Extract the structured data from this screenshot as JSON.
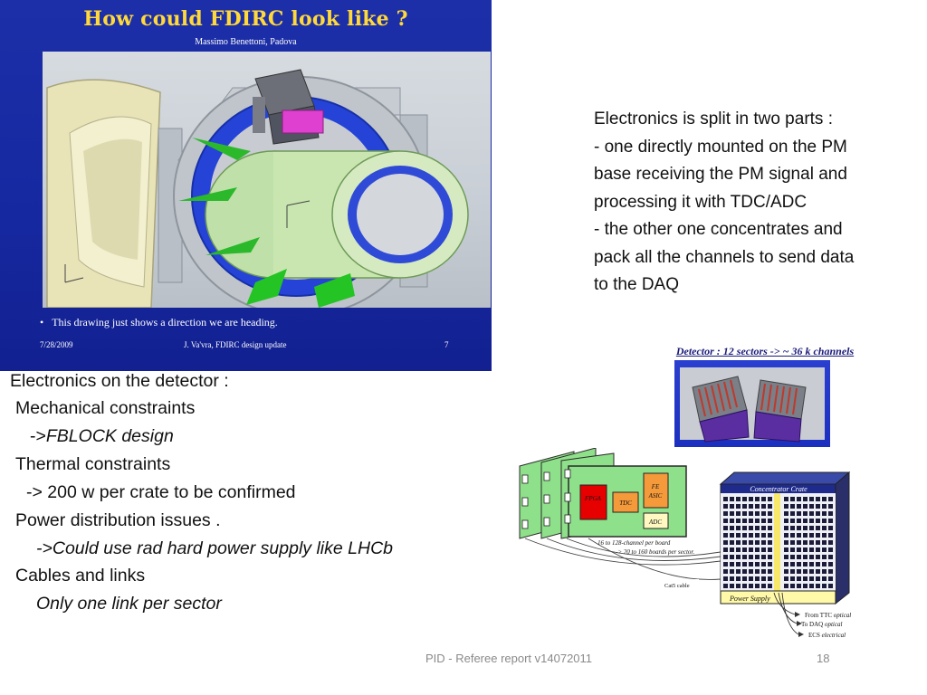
{
  "inner_slide": {
    "title": "How could FDIRC look like ?",
    "subtitle": "Massimo Benettoni, Padova",
    "bullet": "This drawing just shows a direction we are heading.",
    "date": "7/28/2009",
    "footer": "J. Va'vra, FDIRC design update",
    "page": "7"
  },
  "right_paragraph": [
    "Electronics is split in two parts :",
    "- one directly mounted on the PM",
    "base receiving the PM signal and",
    "processing it with TDC/ADC",
    "- the other one concentrates and",
    "pack all the channels to send data",
    "to the DAQ"
  ],
  "left_list": {
    "heading": "Electronics on the detector  :",
    "mechanical": "Mechanical constraints",
    "mechanical_sub_prefix": "->",
    "mechanical_sub": "FBLOCK design",
    "thermal": "Thermal constraints",
    "thermal_sub": "-> 200 w per crate to be confirmed",
    "power": "Power distribution issues .",
    "power_sub": "->Could use rad hard power supply like LHCb",
    "cables": "Cables and links",
    "cables_sub": "Only one link per sector"
  },
  "detector_image": {
    "caption": "Detector : 12 sectors ->  ~ 36 k channels"
  },
  "electronics_diagram": {
    "fpga": "FPGA",
    "tdc": "TDC",
    "fe_line1": "FE",
    "fe_line2": "ASIC",
    "adc": "ADC",
    "board_note1": "16 to 128-channel per board",
    "board_note2": "-> 20 to 160 boards per sector.",
    "cable": "Cat5  cable",
    "crate_title": "Concentrator Crate",
    "power_supply": "Power Supply",
    "from_ttc": "From TTC",
    "from_ttc_type": "optical",
    "to_daq": "To DAQ",
    "to_daq_type": "optical",
    "ecs": "ECS",
    "ecs_type": "electrical"
  },
  "footer": {
    "text": "PID - Referee report v14072011",
    "page": "18"
  },
  "colors": {
    "slide_blue": "#1a2ca5",
    "title_yellow": "#ffd83a",
    "board_green": "#8fe08a",
    "fpga_red": "#e60000",
    "tdc_orange": "#f59a3a",
    "crate_blue": "#1f2b8c"
  }
}
